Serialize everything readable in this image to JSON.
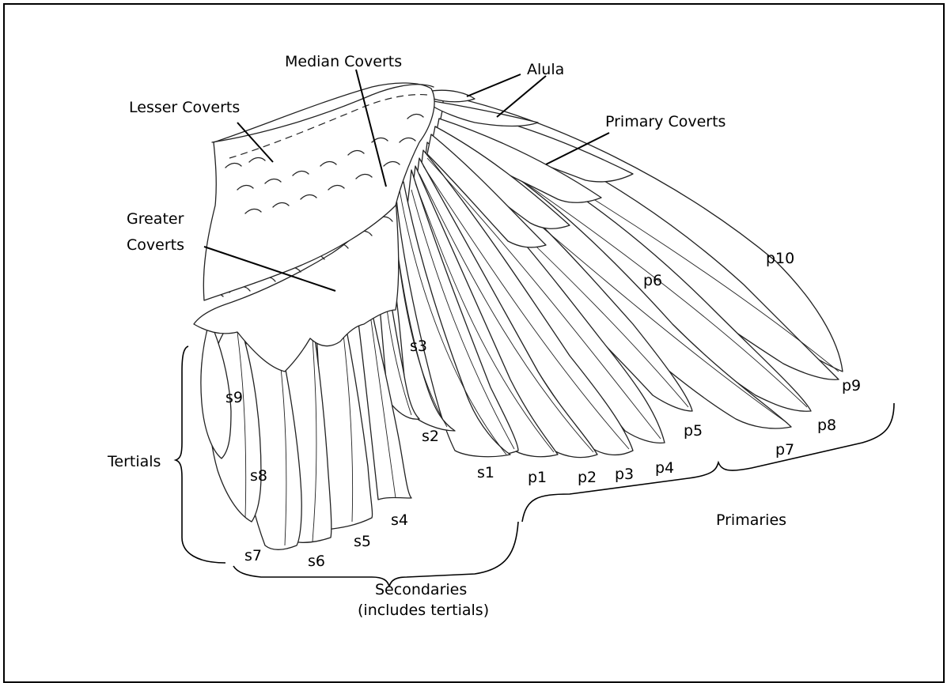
{
  "labels": {
    "lesser_coverts": "Lesser Coverts",
    "median_coverts": "Median Coverts",
    "alula": "Alula",
    "primary_coverts": "Primary Coverts",
    "greater_coverts_line1": "Greater",
    "greater_coverts_line2": "Coverts",
    "tertials": "Tertials",
    "secondaries_line1": "Secondaries",
    "secondaries_line2": "(includes tertials)",
    "primaries": "Primaries"
  },
  "feathers": {
    "s1": "s1",
    "s2": "s2",
    "s3": "s3",
    "s4": "s4",
    "s5": "s5",
    "s6": "s6",
    "s7": "s7",
    "s8": "s8",
    "s9": "s9",
    "p1": "p1",
    "p2": "p2",
    "p3": "p3",
    "p4": "p4",
    "p5": "p5",
    "p6": "p6",
    "p7": "p7",
    "p8": "p8",
    "p9": "p9",
    "p10": "p10"
  }
}
